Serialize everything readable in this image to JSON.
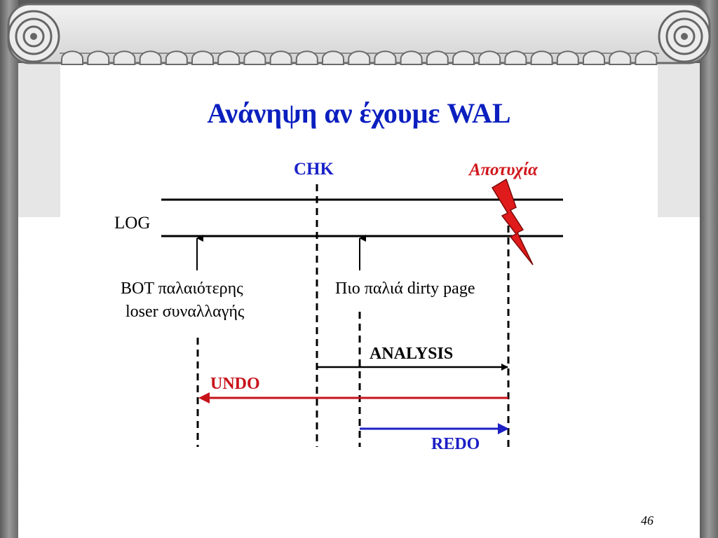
{
  "slide": {
    "title": "Ανάνηψη αν έχουμε WAL",
    "page_number": "46"
  },
  "diagram": {
    "chk_label": "CHK",
    "failure_label": "Αποτυχία",
    "log_label": "LOG",
    "bot_label_line1": "BOT παλαιότερης",
    "bot_label_line2": "loser συναλλαγής",
    "dirty_page_label": "Πιο παλιά dirty page",
    "analysis_label": "ANALYSIS",
    "undo_label": "UNDO",
    "redo_label": "REDO"
  },
  "colors": {
    "title": "#0b1fbf",
    "chk": "#1a22c9",
    "failure": "#d0161b",
    "undo": "#c8121a",
    "redo": "#1d20c4",
    "arrow_analysis": "#000000",
    "frame": "#5a5a5a",
    "column_light": "#e4e4e4"
  },
  "icons": [
    "scroll-volute-icon",
    "lightning-bolt-icon"
  ]
}
